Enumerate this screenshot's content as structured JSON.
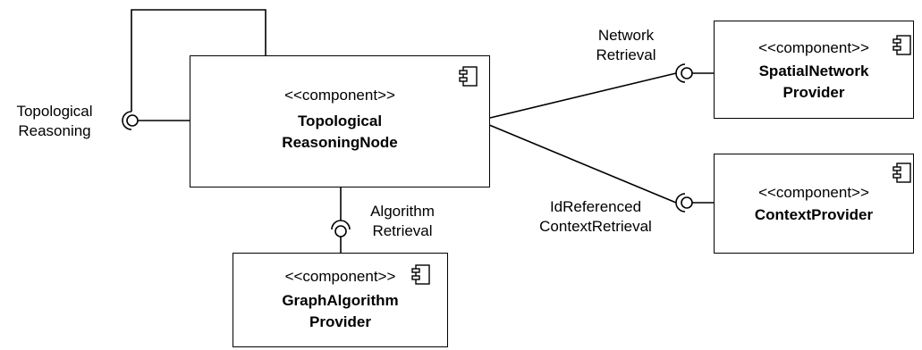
{
  "components": [
    {
      "id": "topo",
      "stereotype": "<<component>>",
      "name_line1": "Topological",
      "name_line2": "ReasoningNode"
    },
    {
      "id": "spatial",
      "stereotype": "<<component>>",
      "name_line1": "SpatialNetwork",
      "name_line2": "Provider"
    },
    {
      "id": "context",
      "stereotype": "<<component>>",
      "name_line1": "ContextProvider",
      "name_line2": ""
    },
    {
      "id": "graph",
      "stereotype": "<<component>>",
      "name_line1": "GraphAlgorithm",
      "name_line2": "Provider"
    }
  ],
  "interfaces": {
    "topological_reasoning": {
      "line1": "Topological",
      "line2": "Reasoning"
    },
    "network_retrieval": {
      "line1": "Network",
      "line2": "Retrieval"
    },
    "idref_context_retrieval": {
      "line1": "IdReferenced",
      "line2": "ContextRetrieval"
    },
    "algorithm_retrieval": {
      "line1": "Algorithm",
      "line2": "Retrieval"
    }
  }
}
